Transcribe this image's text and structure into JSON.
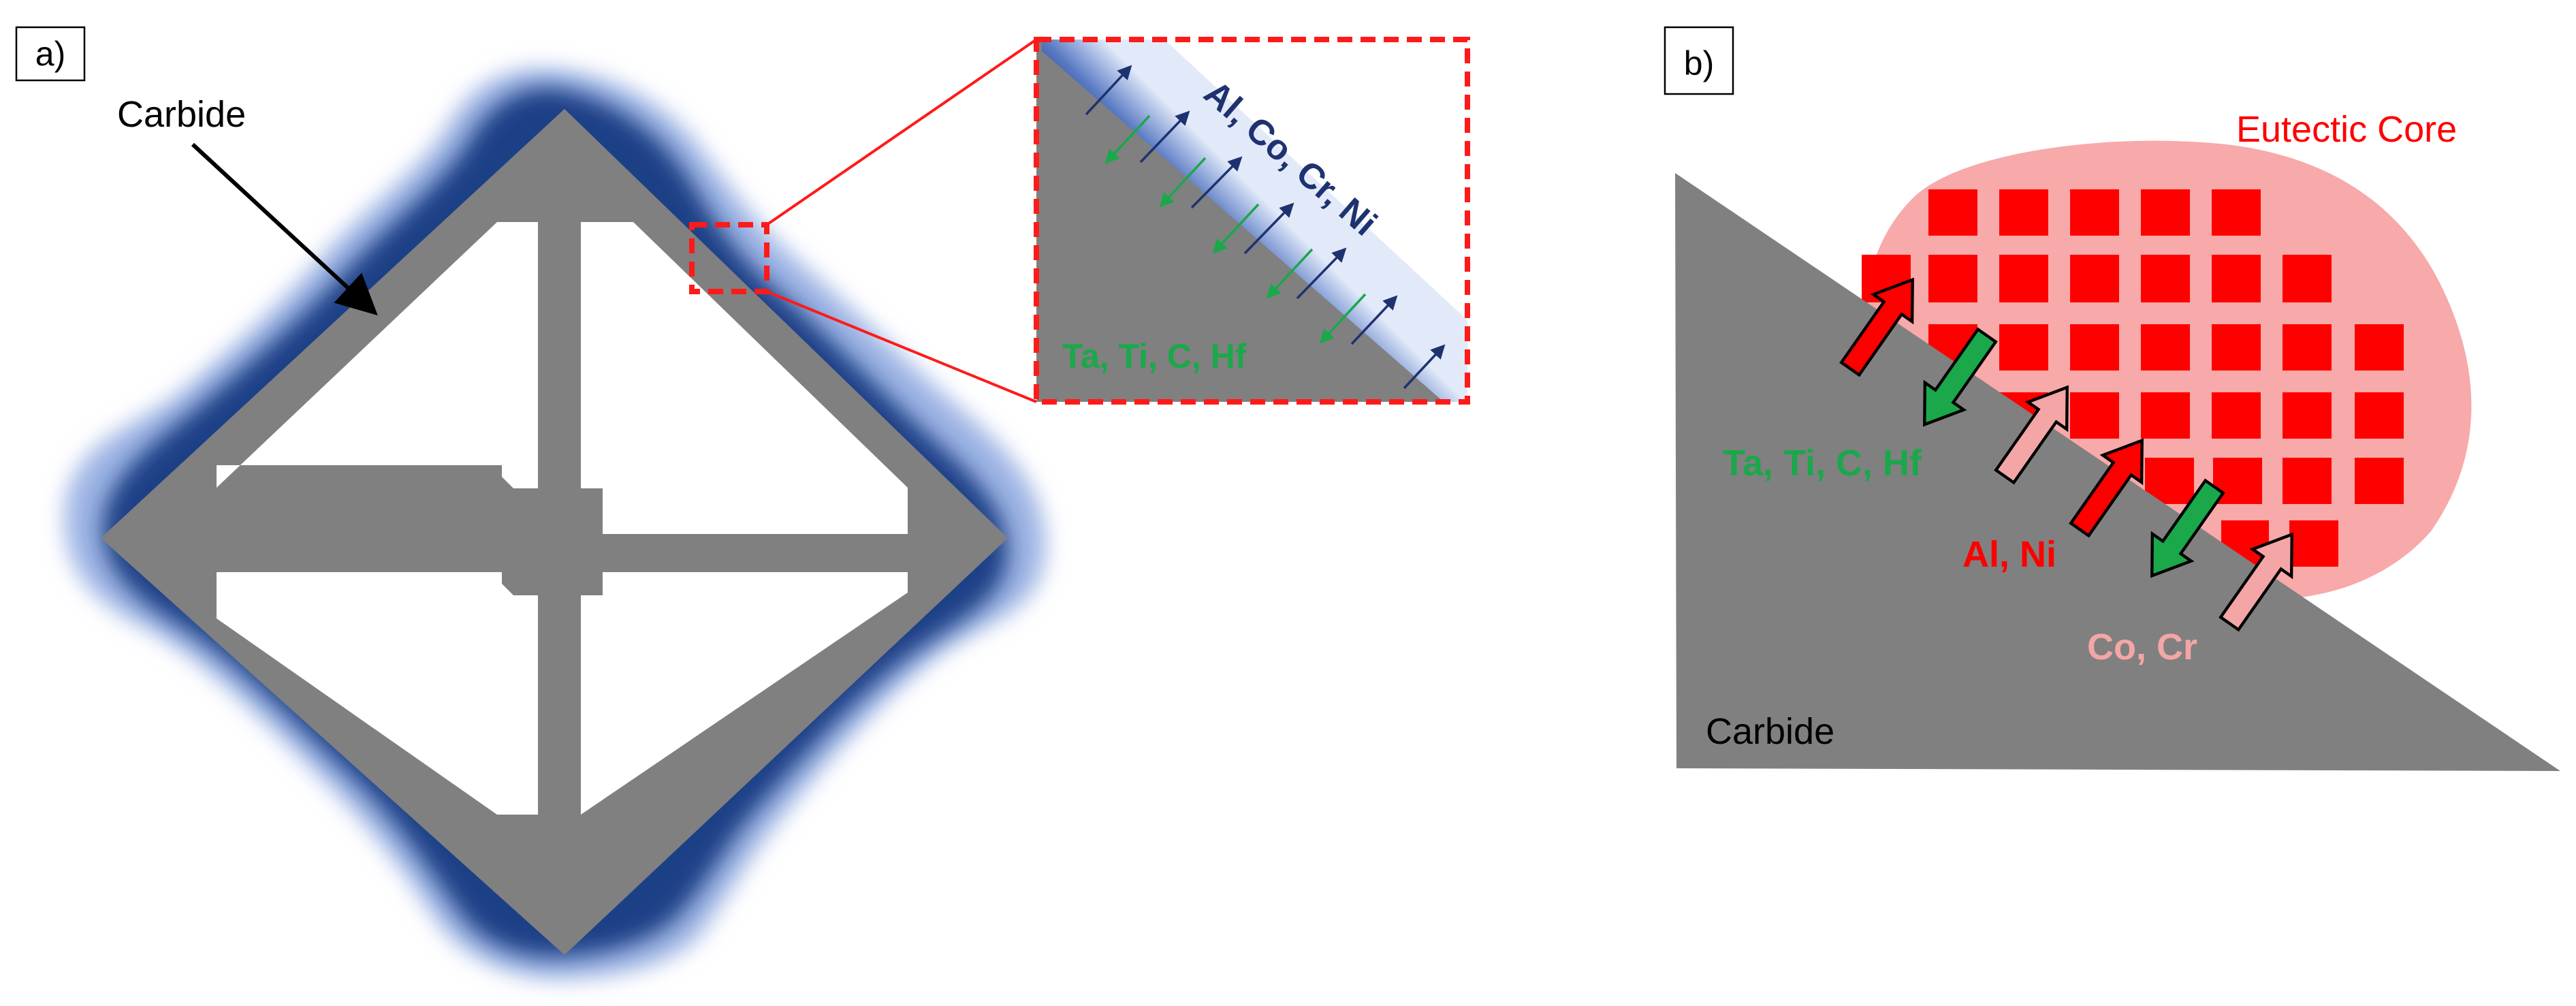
{
  "panel_a": {
    "label": "a)",
    "carbide_label": "Carbide",
    "inset_outward_elements": "Al, Co, Cr, Ni",
    "inset_inward_elements": "Ta, Ti, C, Hf"
  },
  "panel_b": {
    "label": "b)",
    "eutectic_label": "Eutectic Core",
    "carbide_label": "Carbide",
    "label_ta_ti": "Ta, Ti, C, Hf",
    "label_al_ni": "Al, Ni",
    "label_co_cr": "Co, Cr"
  },
  "colors": {
    "carbide": "#808080",
    "diffusion_dark": "#1f3f86",
    "diffusion_light": "#9db4e4",
    "eutectic_core": "#f8a9a9",
    "precipitate": "#ff0000",
    "leader_red": "#ff0000",
    "al_ni_red": "#ff0000",
    "co_cr_pink": "#f4a6a6",
    "ta_ti_green": "#1aa84a",
    "inset_text_navy": "#1f3270"
  }
}
